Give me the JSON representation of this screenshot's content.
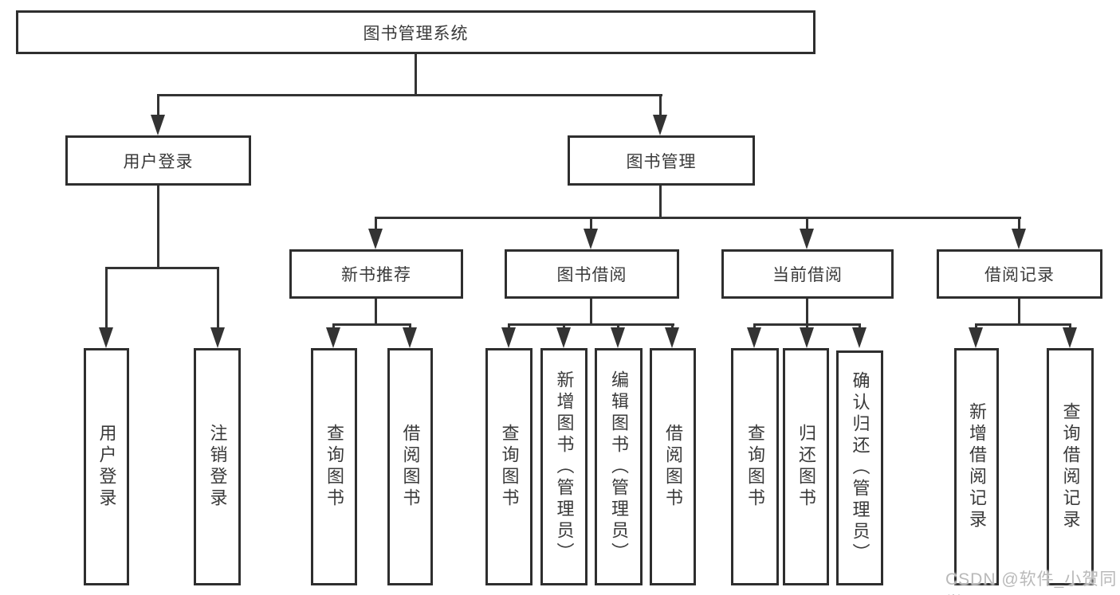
{
  "diagram": {
    "type": "hierarchy-tree",
    "root": {
      "label": "图书管理系统"
    },
    "level2": {
      "login": {
        "label": "用户登录"
      },
      "mgmt": {
        "label": "图书管理"
      }
    },
    "level3": {
      "recommend": {
        "label": "新书推荐"
      },
      "borrow": {
        "label": "图书借阅"
      },
      "current": {
        "label": "当前借阅"
      },
      "records": {
        "label": "借阅记录"
      }
    },
    "leaves": {
      "login": [
        "用户登录",
        "注销登录"
      ],
      "recommend": [
        "查询图书",
        "借阅图书"
      ],
      "borrow": [
        "查询图书",
        "新增图书（管理员）",
        "编辑图书（管理员）",
        "借阅图书"
      ],
      "current": [
        "查询图书",
        "归还图书",
        "确认归还（管理员）"
      ],
      "records": [
        "新增借阅记录",
        "查询借阅记录"
      ]
    }
  },
  "watermark": "CSDN @软件_小贺同学",
  "colors": {
    "line": "#333333",
    "border": "#2e2e2e",
    "text": "#3a3a3a",
    "watermark": "#b9b9b9",
    "background": "#ffffff"
  }
}
